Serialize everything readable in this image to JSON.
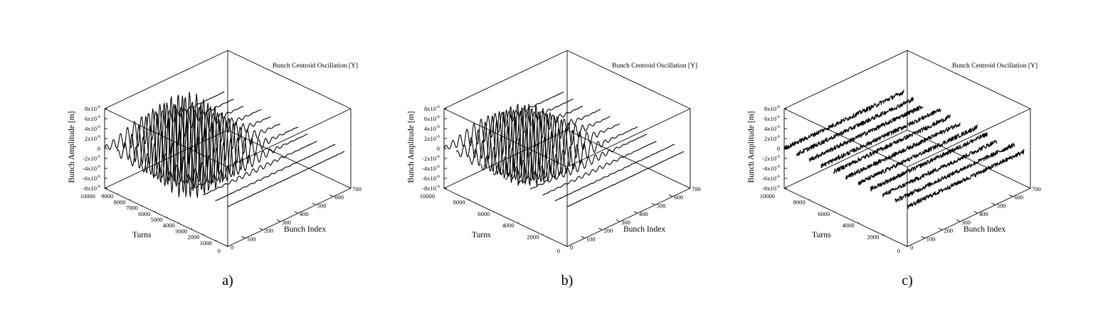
{
  "chart_data": [
    {
      "type": "line",
      "panel_label": "a)",
      "title": "Bunch Centroid Oscillation [Y]",
      "zlabel": "Bunch Amplitude [m]",
      "xlabel": "Turns",
      "ylabel": "Bunch Index",
      "turns_range": [
        0,
        10000
      ],
      "bunch_range": [
        0,
        700
      ],
      "amplitude_range_e6": [
        -8,
        8
      ],
      "turn_ticks": [
        "10000",
        "9000",
        "8000",
        "7000",
        "6000",
        "5000",
        "4000",
        "3000",
        "2000",
        "1000",
        "0"
      ],
      "turn_tick_values": [
        10000,
        9000,
        8000,
        7000,
        6000,
        5000,
        4000,
        3000,
        2000,
        1000,
        0
      ],
      "bunch_ticks": [
        "0",
        "100",
        "200",
        "300",
        "400",
        "500",
        "600",
        "700"
      ],
      "bunch_tick_values": [
        0,
        100,
        200,
        300,
        400,
        500,
        600,
        700
      ],
      "amp_ticks": [
        {
          "m": "8x10",
          "e": "-6",
          "v": 8
        },
        {
          "m": "6x10",
          "e": "-6",
          "v": 6
        },
        {
          "m": "4x10",
          "e": "-6",
          "v": 4
        },
        {
          "m": "2x10",
          "e": "-6",
          "v": 2
        },
        {
          "m": "0",
          "e": "",
          "v": 0
        },
        {
          "m": "-2x10",
          "e": "-6",
          "v": -2
        },
        {
          "m": "-4x10",
          "e": "-6",
          "v": -4
        },
        {
          "m": "-6x10",
          "e": "-6",
          "v": -6
        },
        {
          "m": "-8x10",
          "e": "-6",
          "v": -8
        }
      ],
      "series": [
        {
          "turns": 10000,
          "peak_amplitude_e6": 3
        },
        {
          "turns": 9000,
          "peak_amplitude_e6": 6
        },
        {
          "turns": 8000,
          "peak_amplitude_e6": 9
        },
        {
          "turns": 7000,
          "peak_amplitude_e6": 10.5
        },
        {
          "turns": 6000,
          "peak_amplitude_e6": 9.5
        },
        {
          "turns": 5000,
          "peak_amplitude_e6": 7
        },
        {
          "turns": 4000,
          "peak_amplitude_e6": 4
        },
        {
          "turns": 3000,
          "peak_amplitude_e6": 1.5
        },
        {
          "turns": 2000,
          "peak_amplitude_e6": 0.5
        },
        {
          "turns": 1000,
          "peak_amplitude_e6": 0.15
        },
        {
          "turns": 0,
          "peak_amplitude_e6": 0
        }
      ],
      "oscillation_period_bunches": 40,
      "noise_e6": 0.05
    },
    {
      "type": "line",
      "panel_label": "b)",
      "title": "Bunch Centroid Oscillation [Y]",
      "zlabel": "Bunch Amplitude [m]",
      "xlabel": "Turns",
      "ylabel": "Bunch Index",
      "turns_range": [
        0,
        10000
      ],
      "bunch_range": [
        0,
        700
      ],
      "amplitude_range_e6": [
        -8,
        8
      ],
      "turn_ticks": [
        "10000",
        "8000",
        "6000",
        "4000",
        "2000",
        "0"
      ],
      "turn_tick_values": [
        10000,
        8000,
        6000,
        4000,
        2000,
        0
      ],
      "bunch_ticks": [
        "0",
        "100",
        "200",
        "300",
        "400",
        "500",
        "600",
        "700"
      ],
      "bunch_tick_values": [
        0,
        100,
        200,
        300,
        400,
        500,
        600,
        700
      ],
      "amp_ticks": [
        {
          "m": "8x10",
          "e": "-6",
          "v": 8
        },
        {
          "m": "6x10",
          "e": "-6",
          "v": 6
        },
        {
          "m": "4x10",
          "e": "-6",
          "v": 4
        },
        {
          "m": "2x10",
          "e": "-6",
          "v": 2
        },
        {
          "m": "0",
          "e": "",
          "v": 0
        },
        {
          "m": "-2x10",
          "e": "-6",
          "v": -2
        },
        {
          "m": "-4x10",
          "e": "-6",
          "v": -4
        },
        {
          "m": "-6x10",
          "e": "-6",
          "v": -6
        },
        {
          "m": "-8x10",
          "e": "-6",
          "v": -8
        }
      ],
      "series": [
        {
          "turns": 10000,
          "peak_amplitude_e6": 2.5
        },
        {
          "turns": 9000,
          "peak_amplitude_e6": 4.5
        },
        {
          "turns": 8000,
          "peak_amplitude_e6": 7
        },
        {
          "turns": 7000,
          "peak_amplitude_e6": 8
        },
        {
          "turns": 6000,
          "peak_amplitude_e6": 7
        },
        {
          "turns": 5000,
          "peak_amplitude_e6": 5
        },
        {
          "turns": 4000,
          "peak_amplitude_e6": 2.5
        },
        {
          "turns": 3000,
          "peak_amplitude_e6": 1
        },
        {
          "turns": 2000,
          "peak_amplitude_e6": 0.4
        },
        {
          "turns": 1000,
          "peak_amplitude_e6": 0.1
        },
        {
          "turns": 0,
          "peak_amplitude_e6": 0
        }
      ],
      "oscillation_period_bunches": 40,
      "noise_e6": 0.05
    },
    {
      "type": "line",
      "panel_label": "c)",
      "title": "Bunch Centroid Oscillation [Y]",
      "zlabel": "Bunch Amplitude [m]",
      "xlabel": "Turns",
      "ylabel": "Bunch Index",
      "turns_range": [
        0,
        10000
      ],
      "bunch_range": [
        0,
        700
      ],
      "amplitude_range_e6": [
        -8,
        8
      ],
      "turn_ticks": [
        "10000",
        "8000",
        "6000",
        "4000",
        "2000",
        "0"
      ],
      "turn_tick_values": [
        10000,
        8000,
        6000,
        4000,
        2000,
        0
      ],
      "bunch_ticks": [
        "0",
        "100",
        "200",
        "300",
        "400",
        "500",
        "600",
        "700"
      ],
      "bunch_tick_values": [
        0,
        100,
        200,
        300,
        400,
        500,
        600,
        700
      ],
      "amp_ticks": [
        {
          "m": "8x10",
          "e": "-6",
          "v": 8
        },
        {
          "m": "6x10",
          "e": "-6",
          "v": 6
        },
        {
          "m": "4x10",
          "e": "-6",
          "v": 4
        },
        {
          "m": "2x10",
          "e": "-6",
          "v": 2
        },
        {
          "m": "0",
          "e": "",
          "v": 0
        },
        {
          "m": "-2x10",
          "e": "-6",
          "v": -2
        },
        {
          "m": "-4x10",
          "e": "-6",
          "v": -4
        },
        {
          "m": "-6x10",
          "e": "-6",
          "v": -6
        },
        {
          "m": "-8x10",
          "e": "-6",
          "v": -8
        }
      ],
      "series": [
        {
          "turns": 10000,
          "peak_amplitude_e6": 0
        },
        {
          "turns": 9000,
          "peak_amplitude_e6": 0
        },
        {
          "turns": 8000,
          "peak_amplitude_e6": 0
        },
        {
          "turns": 7000,
          "peak_amplitude_e6": 0
        },
        {
          "turns": 6000,
          "peak_amplitude_e6": 0
        },
        {
          "turns": 5000,
          "peak_amplitude_e6": 0
        },
        {
          "turns": 4000,
          "peak_amplitude_e6": 0
        },
        {
          "turns": 3000,
          "peak_amplitude_e6": 0
        },
        {
          "turns": 2000,
          "peak_amplitude_e6": 0
        },
        {
          "turns": 1000,
          "peak_amplitude_e6": 0
        },
        {
          "turns": 0,
          "peak_amplitude_e6": 0
        }
      ],
      "oscillation_period_bunches": 40,
      "noise_e6": 0.45
    }
  ]
}
